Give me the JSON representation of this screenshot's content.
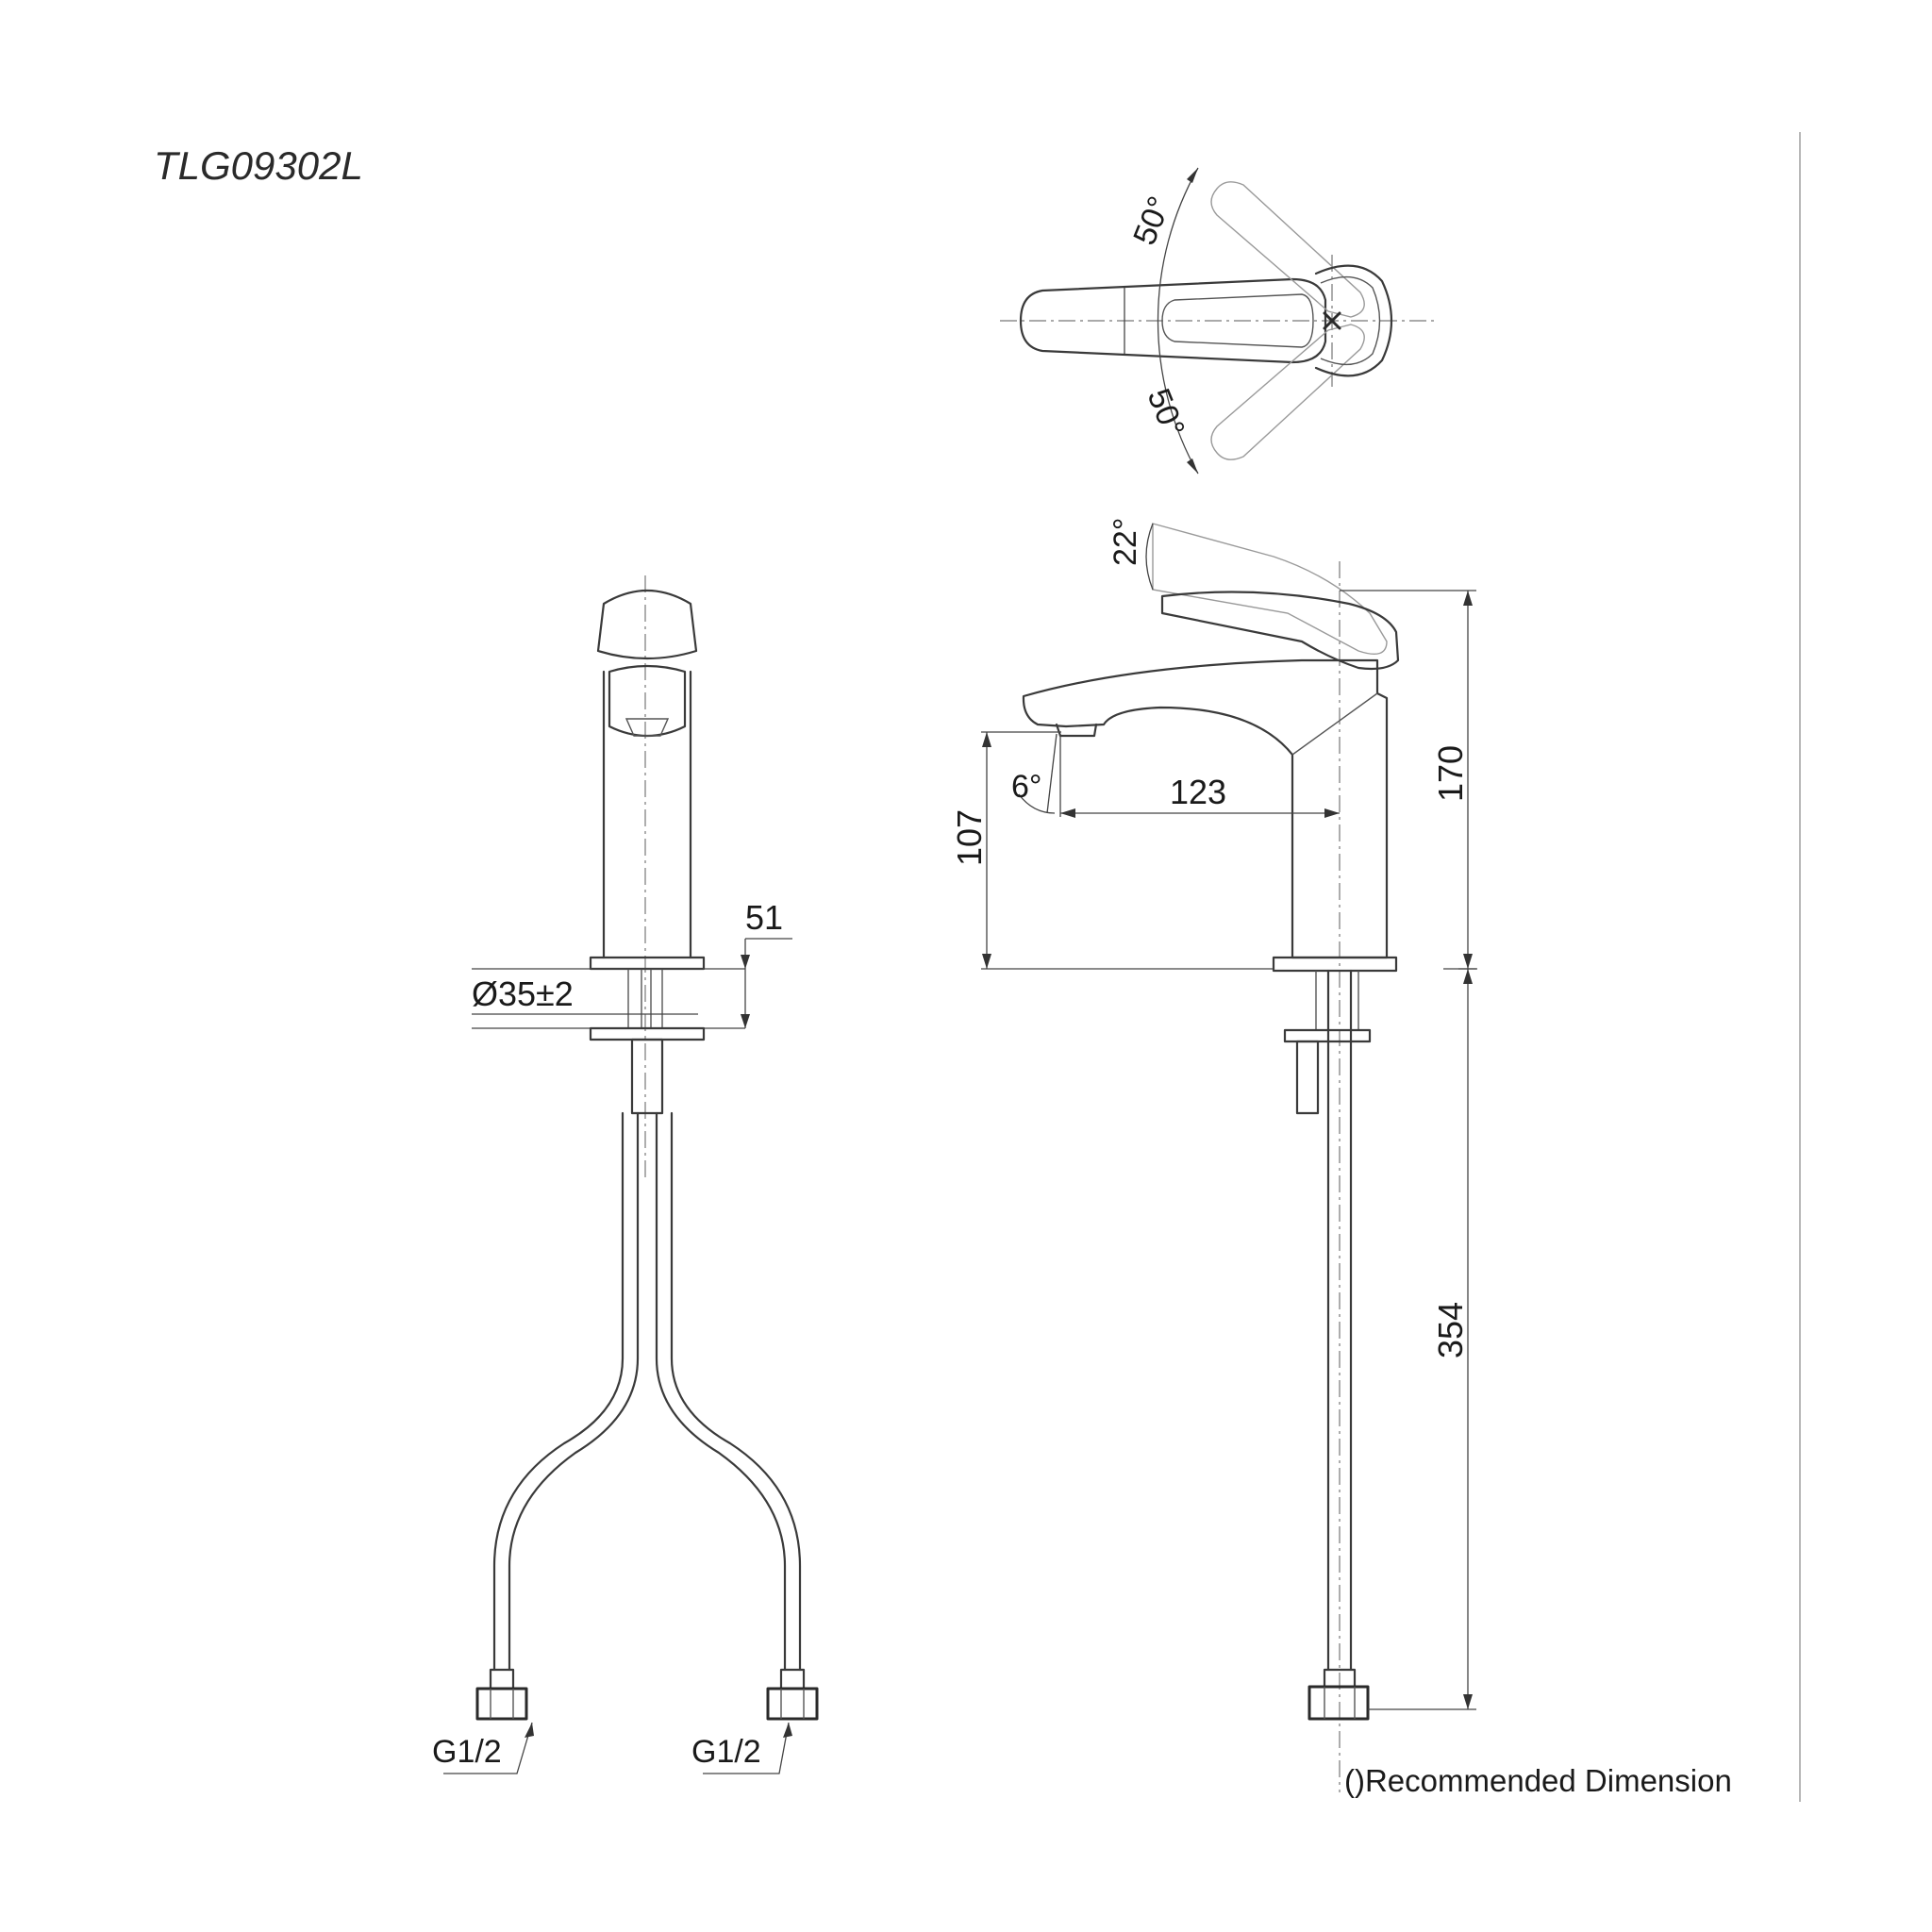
{
  "title": "TLG09302L",
  "top_view": {
    "angle_upper": "50°",
    "angle_lower": "50°"
  },
  "side_view": {
    "lever_angle": "22°",
    "spout_angle": "6°",
    "spout_reach": "123",
    "spout_height": "107",
    "body_height": "170",
    "hose_length": "354"
  },
  "front_view": {
    "deck_thickness": "51",
    "hole_diameter": "Ø35±2",
    "thread_left": "G1/2",
    "thread_right": "G1/2"
  },
  "note": "()Recommended Dimension"
}
